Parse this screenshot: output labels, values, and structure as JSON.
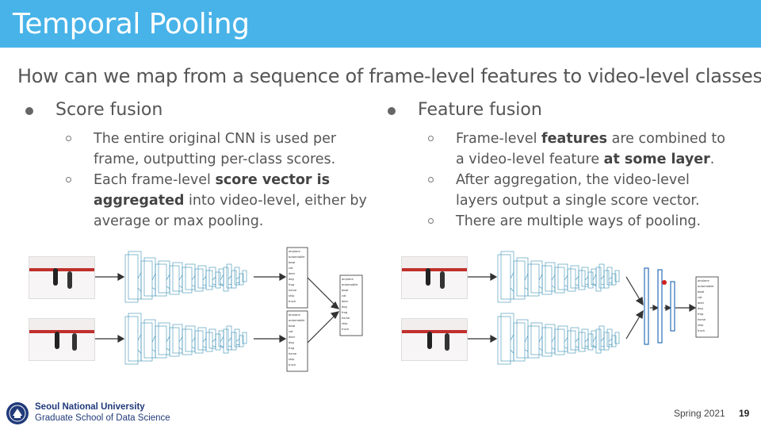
{
  "slide": {
    "title": "Temporal Pooling",
    "question": "How can we map from a sequence of frame-level features to video-level classes?"
  },
  "left": {
    "heading": "Score fusion",
    "items": [
      {
        "parts": [
          {
            "t": "The entire original CNN is used per frame, outputting per-class scores."
          }
        ]
      },
      {
        "parts": [
          {
            "t": "Each frame-level "
          },
          {
            "t": "score vector is aggregated",
            "b": true
          },
          {
            "t": " into video-level, either by average or max pooling."
          }
        ]
      }
    ]
  },
  "right": {
    "heading": "Feature fusion",
    "items": [
      {
        "parts": [
          {
            "t": "Frame-level "
          },
          {
            "t": "features",
            "b": true
          },
          {
            "t": " are combined to a video-level feature "
          },
          {
            "t": "at some layer",
            "b": true
          },
          {
            "t": "."
          }
        ]
      },
      {
        "parts": [
          {
            "t": "After aggregation, the video-level layers output a single score vector."
          }
        ]
      },
      {
        "parts": [
          {
            "t": "There are multiple ways of pooling."
          }
        ]
      }
    ]
  },
  "score_lists": {
    "frame1": [
      "airplane",
      "automobile",
      "bowl",
      "cat",
      "deer",
      "dog",
      "frog",
      "horse",
      "ship",
      "truck"
    ],
    "frame2": [
      "airplane",
      "automobile",
      "bowl",
      "cat",
      "deer",
      "dog",
      "frog",
      "horse",
      "ship",
      "truck"
    ],
    "video_left": [
      "airplane",
      "automobile",
      "bowl",
      "cat",
      "deer",
      "dog",
      "frog",
      "horse",
      "ship",
      "truck"
    ],
    "video_right": [
      "airplane",
      "automobile",
      "bowl",
      "cat",
      "deer",
      "dog",
      "frog",
      "horse",
      "ship",
      "truck"
    ]
  },
  "colors": {
    "title_bar": "#48b3e8",
    "network_lines": "#3b8fb5",
    "fusion_bars": "#2a6fb8",
    "rail_red": "#c0302c"
  },
  "footer": {
    "university": "Seoul National University",
    "school": "Graduate School of Data Science",
    "term": "Spring 2021",
    "page": "19"
  }
}
